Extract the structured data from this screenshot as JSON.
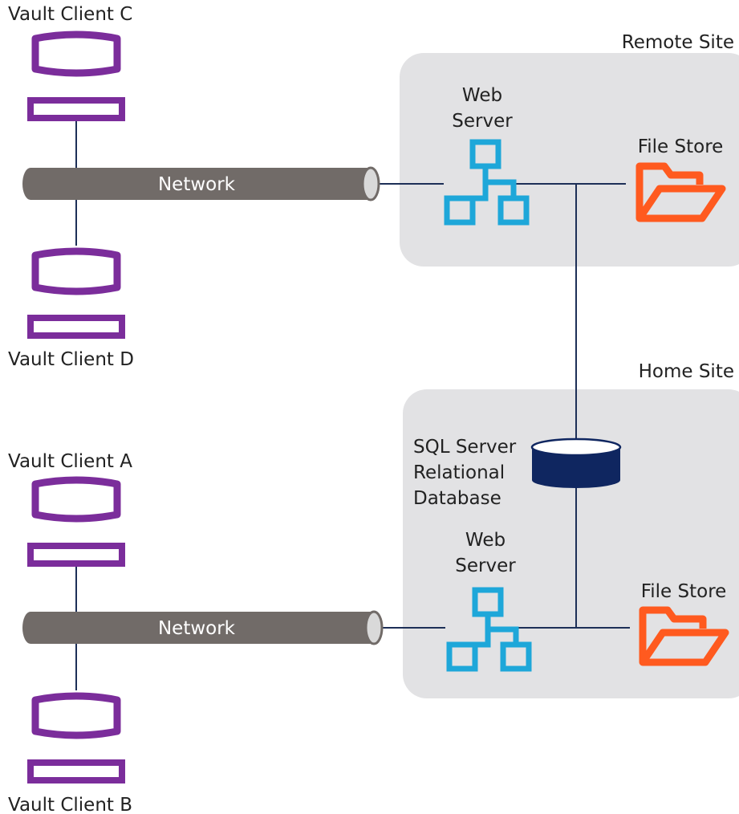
{
  "colors": {
    "client": "#7b2d9b",
    "line": "#1d2f57",
    "network": "#716b68",
    "network_end": "#d9d9d9",
    "site_bg": "#e2e2e4",
    "web_server": "#1ea7d9",
    "file_store": "#ff5a1f",
    "database": "#0f2660",
    "text": "#222222"
  },
  "icons": {
    "client": "computer-icon",
    "web_server": "hierarchy-icon",
    "file_store": "folder-open-icon",
    "database": "database-icon"
  },
  "sites": {
    "remote": {
      "label": "Remote Site",
      "web_server_line1": "Web",
      "web_server_line2": "Server",
      "file_store": "File Store"
    },
    "home": {
      "label": "Home Site",
      "web_server_line1": "Web",
      "web_server_line2": "Server",
      "file_store": "File Store",
      "database_line1": "SQL Server",
      "database_line2": "Relational",
      "database_line3": "Database"
    }
  },
  "networks": {
    "top": "Network",
    "bottom": "Network"
  },
  "clients": {
    "c": "Vault Client C",
    "d": "Vault Client D",
    "a": "Vault Client A",
    "b": "Vault Client B"
  }
}
